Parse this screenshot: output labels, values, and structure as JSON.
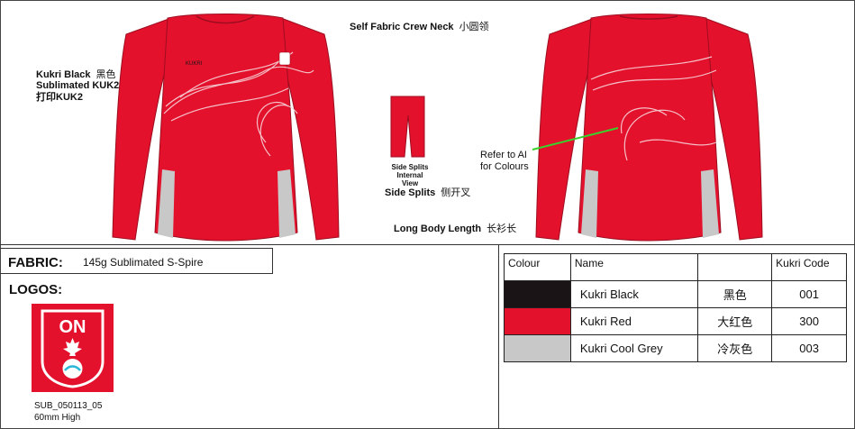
{
  "annotations": {
    "crew_neck": "Self Fabric Crew Neck",
    "crew_neck_cn": "小圆领",
    "kukri_black": "Kukri Black",
    "kukri_black_cn": "黑色",
    "sublimated": "Sublimated KUK2",
    "print_cn": "打印KUK2",
    "side_splits_detail_1": "Side Splits",
    "side_splits_detail_2": "Internal View",
    "side_splits": "Side Splits",
    "side_splits_cn": "侧开叉",
    "long_body": "Long Body Length",
    "long_body_cn": "长衫长",
    "refer_line1": "Refer to AI",
    "refer_line2": "for Colours",
    "garment_brand": "KUKRI"
  },
  "fabric": {
    "label": "FABRIC:",
    "value": "145g Sublimated S-Spire"
  },
  "logos": {
    "label": "LOGOS:",
    "logo_text": "ON",
    "caption_line1": "SUB_050113_05",
    "caption_line2": "60mm High"
  },
  "colour_table": {
    "headers": [
      "Colour",
      "Name",
      "",
      "Kukri Code"
    ],
    "rows": [
      {
        "swatch": "#1a1416",
        "name": "Kukri Black",
        "cn": "黑色",
        "code": "001"
      },
      {
        "swatch": "#e4112d",
        "name": "Kukri Red",
        "cn": "大红色",
        "code": "300"
      },
      {
        "swatch": "#c8c8c8",
        "name": "Kukri Cool Grey",
        "cn": "冷灰色",
        "code": "003"
      }
    ]
  },
  "colors": {
    "garment_red": "#e4112d",
    "garment_grey": "#c8c8c8",
    "callout_line": "#39d12c"
  }
}
